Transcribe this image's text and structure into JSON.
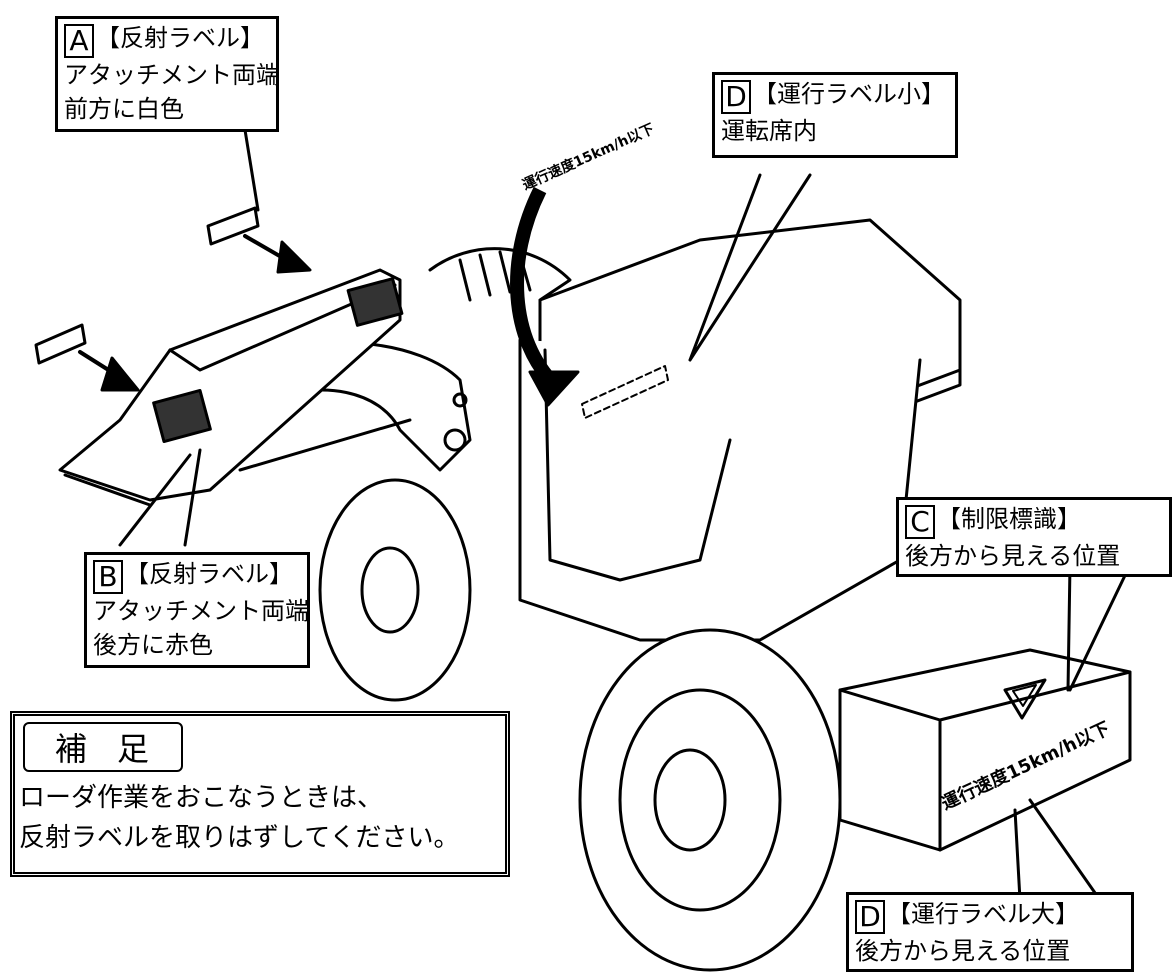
{
  "callouts": {
    "a": {
      "letter": "A",
      "title": "【反射ラベル】",
      "line2": "アタッチメント両端",
      "line3": "前方に白色"
    },
    "b": {
      "letter": "B",
      "title": "【反射ラベル】",
      "line2": "アタッチメント両端",
      "line3": "後方に赤色"
    },
    "c": {
      "letter": "C",
      "title": "【制限標識】",
      "line2": "後方から見える位置"
    },
    "d_small": {
      "letter": "D",
      "title": "【運行ラベル小】",
      "line2": "運転席内"
    },
    "d_large": {
      "letter": "D",
      "title": "【運行ラベル大】",
      "line2": "後方から見える位置"
    }
  },
  "labels": {
    "speed_small": "運行速度15km/h以下",
    "speed_large": "運行速度15km/h以下"
  },
  "note": {
    "title": "補足",
    "line1": "ローダ作業をおこなうときは、",
    "line2": "反射ラベルを取りはずしてください。"
  }
}
